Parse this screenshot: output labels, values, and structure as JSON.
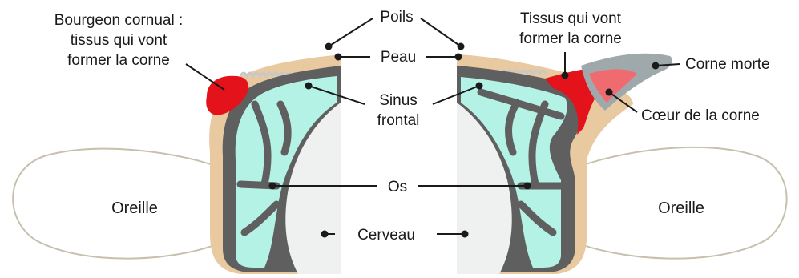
{
  "labels": {
    "bourgeon": [
      "Bourgeon cornual :",
      "tissus qui vont",
      "former la corne"
    ],
    "poils": "Poils",
    "peau": "Peau",
    "sinus": [
      "Sinus",
      "frontal"
    ],
    "tissus": [
      "Tissus qui vont",
      "former la corne"
    ],
    "corne_morte": "Corne morte",
    "coeur": "Cœur de la corne",
    "os": "Os",
    "cerveau": "Cerveau",
    "oreille_left": "Oreille",
    "oreille_right": "Oreille"
  },
  "colors": {
    "skin": "#e8c9a0",
    "bone": "#5f5f5f",
    "sinus": "#b4f2e6",
    "brain": "#eef1f0",
    "bud_red": "#e3121b",
    "horn_grey": "#9fa9ab",
    "horn_core_pink": "#f06b70",
    "ear_fill": "#ffffff",
    "ear_stroke": "#c7c0ad",
    "hair": "#c8c8c8",
    "text": "#1a1a1a"
  }
}
